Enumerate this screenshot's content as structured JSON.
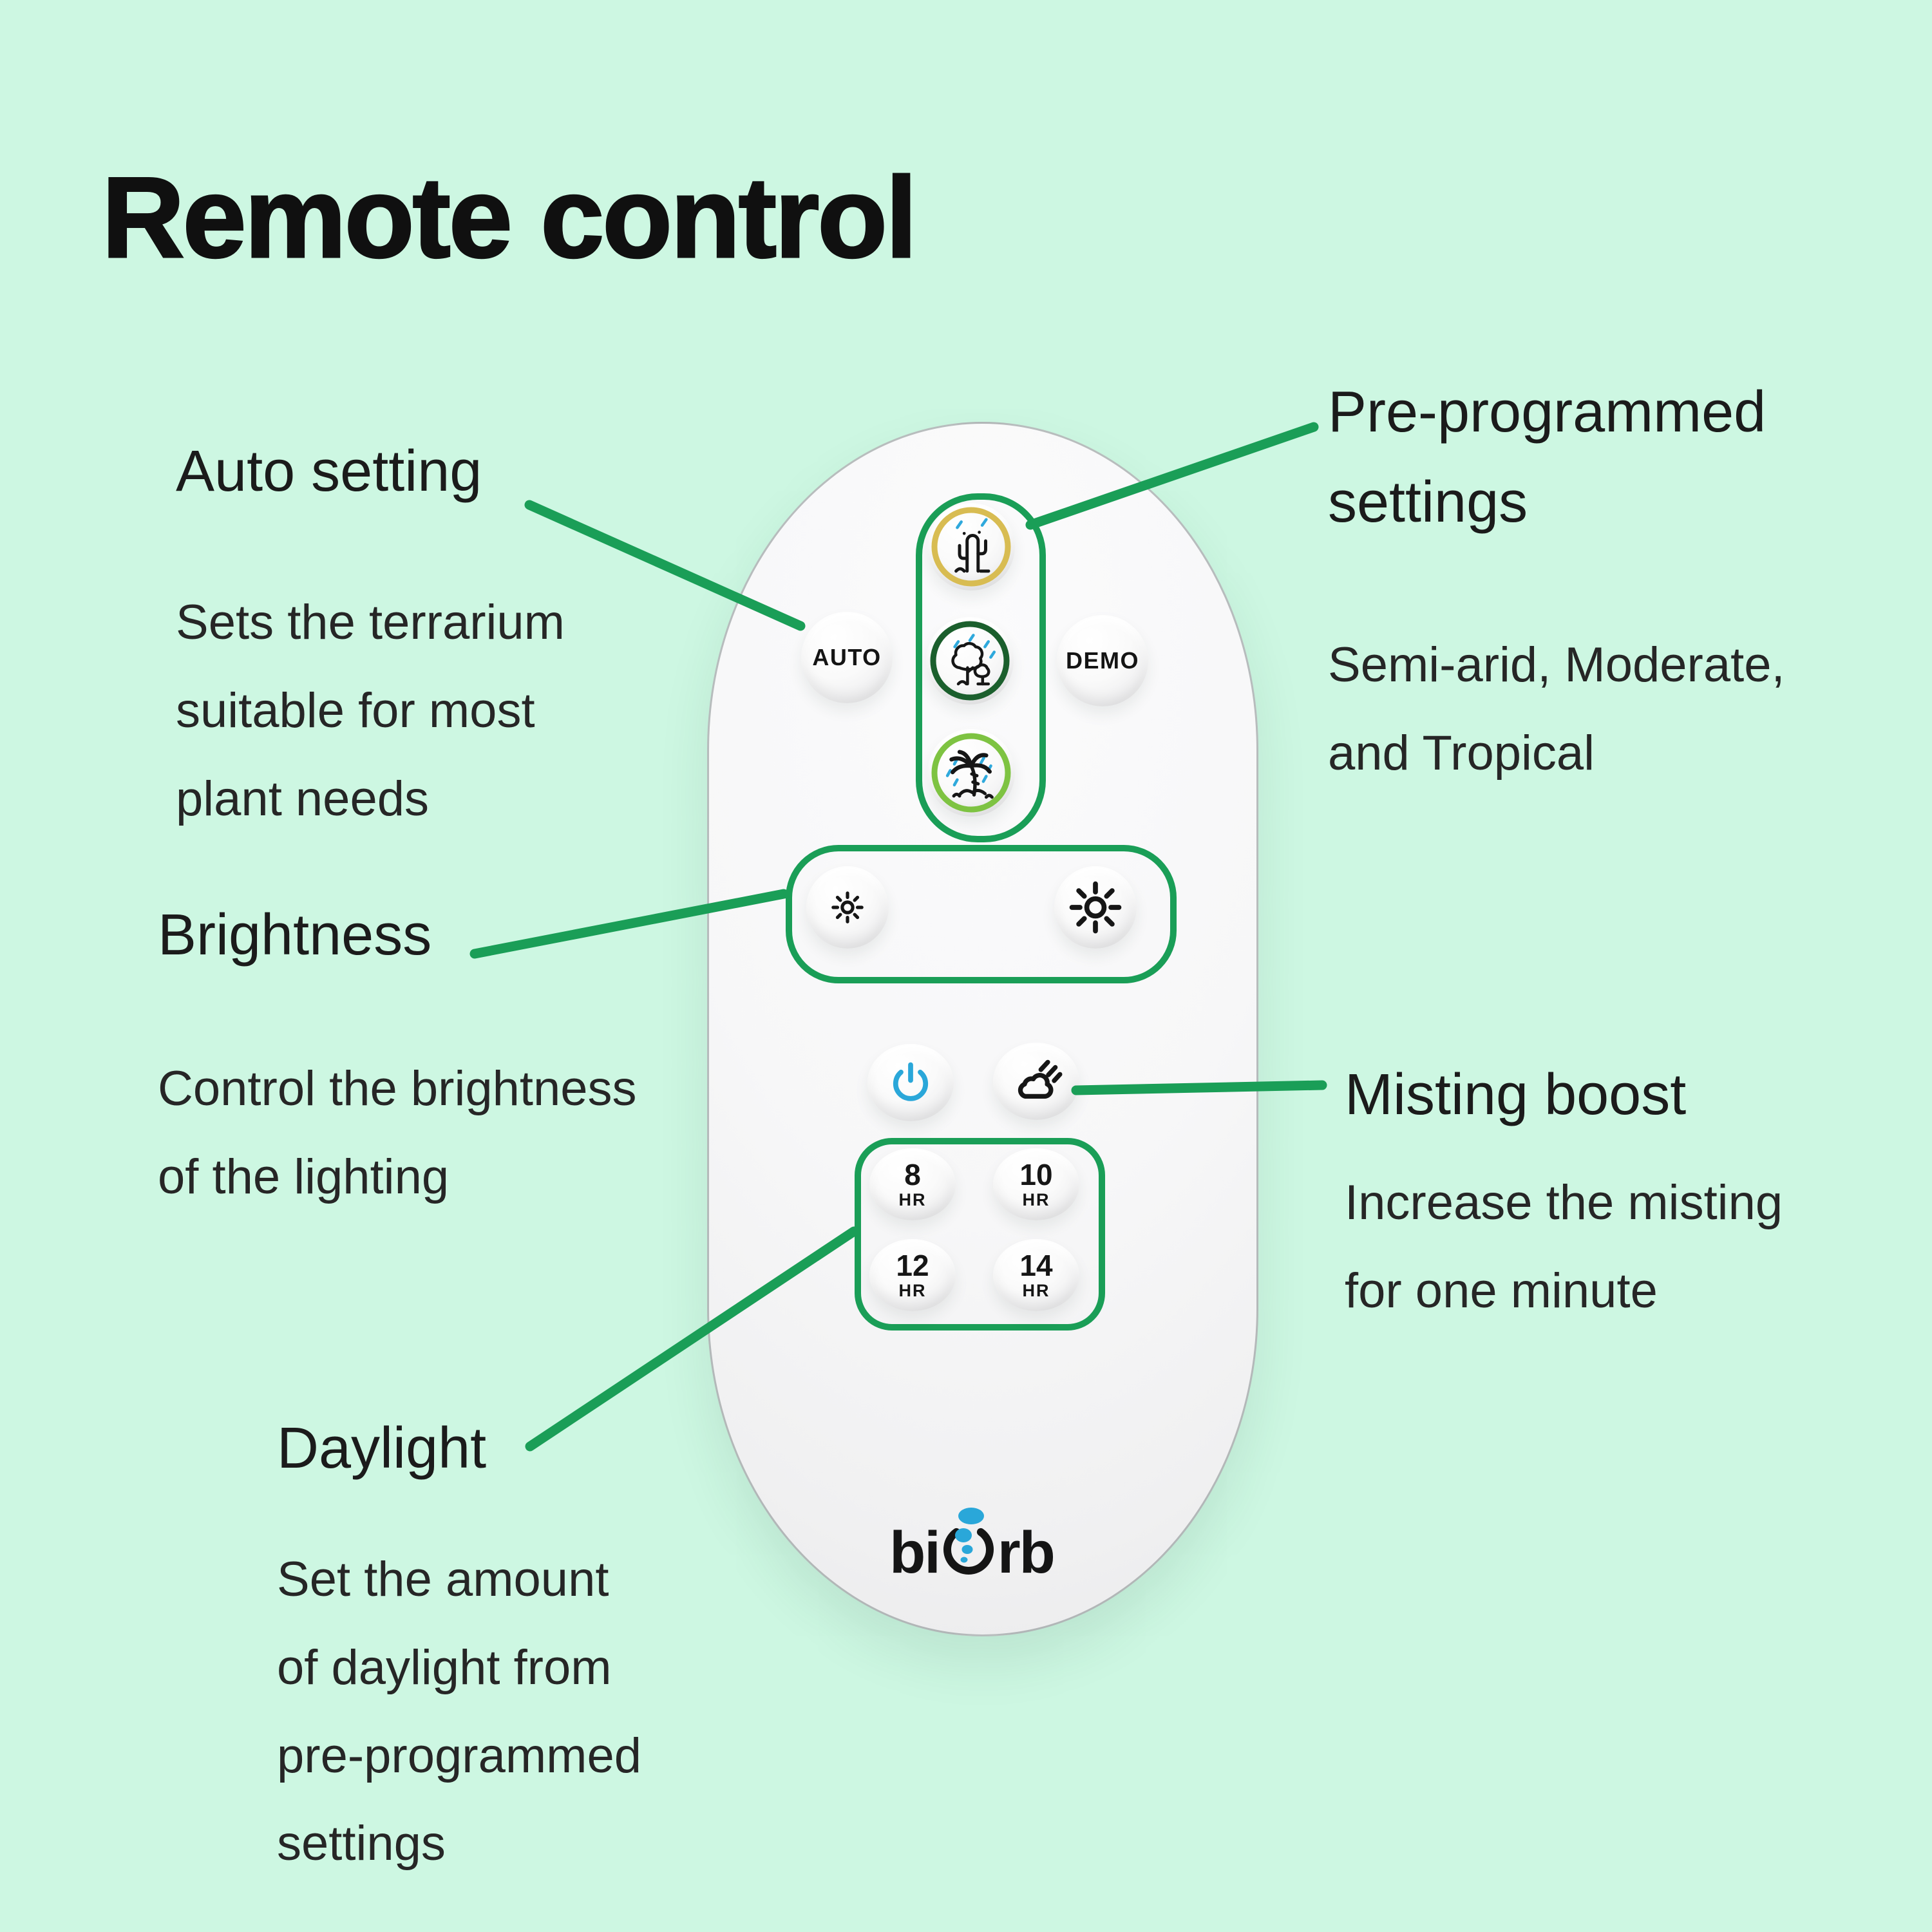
{
  "page": {
    "background": "#cdf7e2",
    "accent_green": "#1a9e57",
    "title_color": "#101010"
  },
  "title": "Remote control",
  "annotations": {
    "auto_setting": {
      "heading": "Auto setting",
      "body": "Sets the terrarium\nsuitable for most\nplant needs"
    },
    "preprogrammed": {
      "heading": "Pre-programmed\nsettings",
      "body": "Semi-arid, Moderate,\nand Tropical"
    },
    "brightness": {
      "heading": "Brightness",
      "body": "Control the brightness\nof the lighting"
    },
    "misting": {
      "heading": "Misting boost",
      "body": "Increase the misting\nfor one minute"
    },
    "daylight": {
      "heading": "Daylight",
      "body": "Set the amount\nof daylight from\npre-programmed\nsettings"
    }
  },
  "remote": {
    "auto_label": "AUTO",
    "demo_label": "DEMO",
    "daylight_buttons": [
      {
        "hours": "8",
        "unit": "HR"
      },
      {
        "hours": "10",
        "unit": "HR"
      },
      {
        "hours": "12",
        "unit": "HR"
      },
      {
        "hours": "14",
        "unit": "HR"
      }
    ],
    "logo": {
      "left": "bi",
      "right": "rb"
    },
    "icons": {
      "semi_arid": "cactus-rain-icon",
      "moderate": "tree-rain-icon",
      "tropical": "palm-rain-icon",
      "brightness_down": "sun-dim-icon",
      "brightness_up": "sun-bright-icon",
      "power": "power-icon",
      "misting": "mist-cloud-icon",
      "logo_bubbles": "bubbles-icon"
    },
    "colors": {
      "semi_arid_ring": "#d8bc52",
      "moderate_ring": "#1b5f2d",
      "tropical_ring": "#7ec342",
      "power_blue": "#2aa7d9",
      "rain_blue": "#2fa9dc",
      "outline_green": "#1a9e57",
      "icon_black": "#161616"
    }
  }
}
